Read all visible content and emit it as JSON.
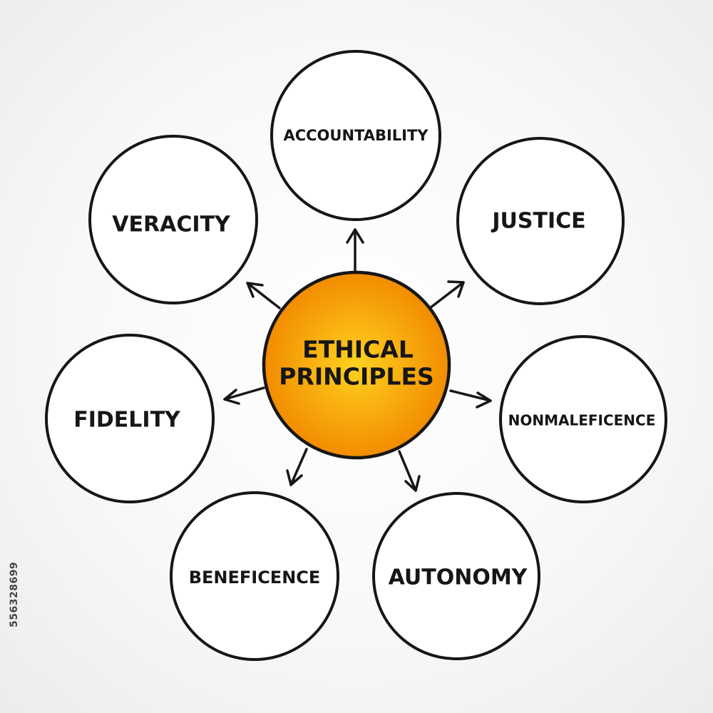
{
  "colors": {
    "center_fill_inner": "#ffd21f",
    "center_fill_outer": "#f28c00",
    "stroke": "#161616",
    "node_fill": "#ffffff"
  },
  "center": {
    "line1": "ETHICAL",
    "line2": "PRINCIPLES"
  },
  "nodes": [
    {
      "label": "ACCOUNTABILITY"
    },
    {
      "label": "JUSTICE"
    },
    {
      "label": "NONMALEFICENCE"
    },
    {
      "label": "AUTONOMY"
    },
    {
      "label": "BENEFICENCE"
    },
    {
      "label": "FIDELITY"
    },
    {
      "label": "VERACITY"
    }
  ],
  "stock_id": "556328699"
}
